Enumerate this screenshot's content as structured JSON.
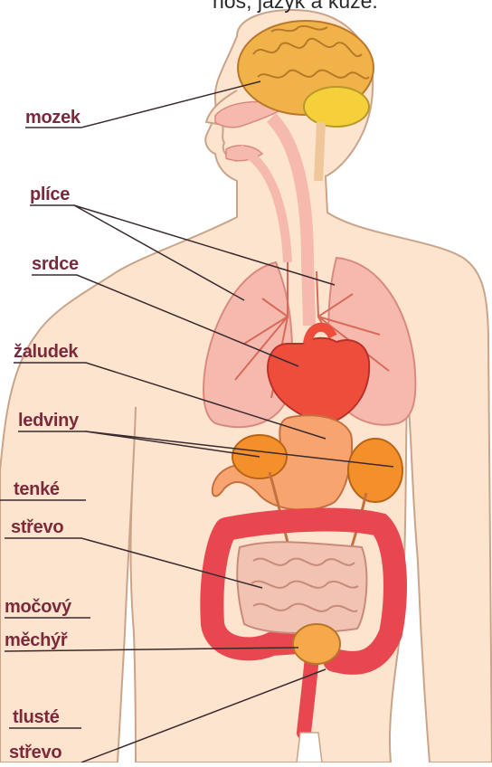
{
  "top_text": "nos, jazyk a kůže.",
  "labels": {
    "mozek": "mozek",
    "plice": "plíce",
    "srdce": "srdce",
    "zaludek": "žaludek",
    "ledviny": "ledviny",
    "tenke": "tenké",
    "strevo1": "střevo",
    "mocovy": "močový",
    "mechyr": "měchýř",
    "tluste": "tlusté",
    "strevo2": "střevo"
  },
  "colors": {
    "label": "#7a2a3a",
    "skin": "#fde4cf",
    "skin_outline": "#c9a48a",
    "brain": "#f2b24a",
    "lung": "#f6b9ae",
    "heart": "#ef4d3b",
    "stomach": "#f7a46e",
    "kidney": "#f4902a",
    "small_intestine": "#f2c3b2",
    "large_intestine": "#e8474f",
    "bladder": "#f6a84a",
    "leader_line": "#3a2a30"
  }
}
